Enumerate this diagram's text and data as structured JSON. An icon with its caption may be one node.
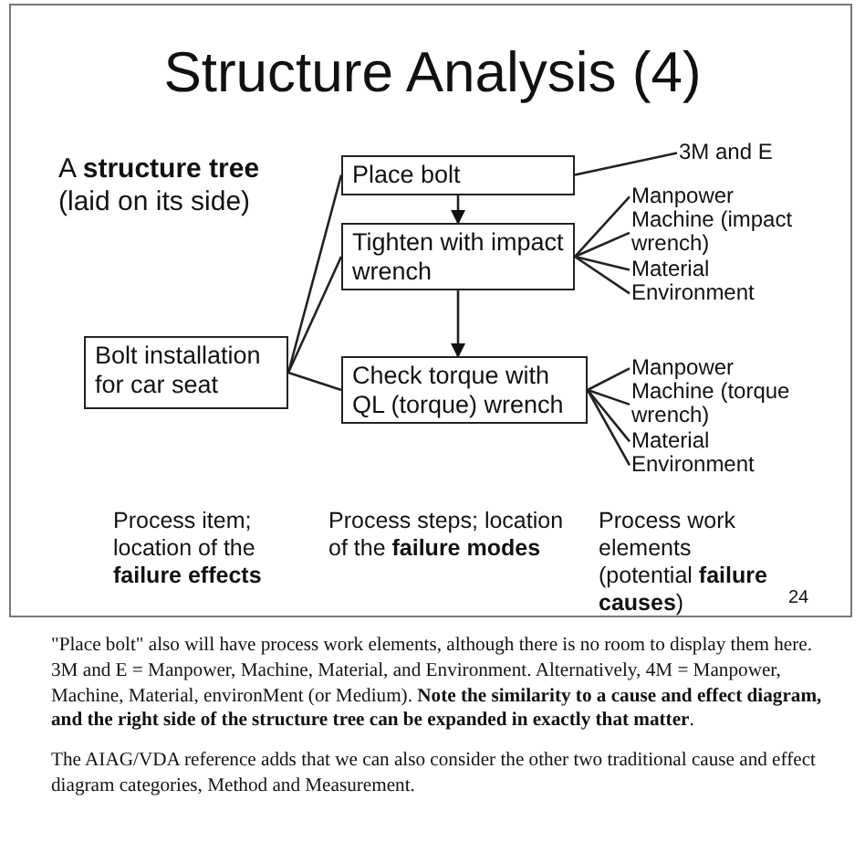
{
  "diagram": {
    "title": "Structure Analysis (4)",
    "caption": "\"Place bolt\" also will have process work elements, although there is no room to display them here. 3M and E = Manpower, Machine, Material, and Environment. Alternatively, 4M = Manpower, Machine, Material, environMent (or Medium). **Note the similarity to a cause and effect diagram, and the right side of the structure tree can be expanded in exactly that matter**.",
    "nodes": [
      {
        "text": [
          "Bolt installation for car seat"
        ]
      },
      {
        "text": [
          "Place bolt"
        ]
      },
      {
        "text": [
          "Tighten with impact wrench"
        ]
      },
      {
        "text": [
          "Check torque with QL (torque) wrench"
        ]
      },
      {
        "text": [
          "3M and E"
        ]
      },
      {
        "text": [
          "Manpower"
        ]
      },
      {
        "text": [
          "Machine (impact wrench)"
        ]
      },
      {
        "text": [
          "Material"
        ]
      },
      {
        "text": [
          "Environment"
        ]
      },
      {
        "text": [
          "Manpower"
        ]
      },
      {
        "text": [
          "Machine (torque wrench)"
        ]
      },
      {
        "text": [
          "Material"
        ]
      },
      {
        "text": [
          "Environment"
        ]
      }
    ],
    "edges": [
      {
        "from": 0,
        "to": 1,
        "arrow": "none"
      },
      {
        "from": 0,
        "to": 2,
        "arrow": "none"
      },
      {
        "from": 0,
        "to": 3,
        "arrow": "none"
      },
      {
        "from": 1,
        "to": 2,
        "arrow": "to"
      },
      {
        "from": 2,
        "to": 3,
        "arrow": "to"
      },
      {
        "from": 1,
        "to": 4,
        "arrow": "none"
      },
      {
        "from": 2,
        "to": 5,
        "arrow": "none"
      },
      {
        "from": 2,
        "to": 6,
        "arrow": "none"
      },
      {
        "from": 2,
        "to": 7,
        "arrow": "none"
      },
      {
        "from": 2,
        "to": 8,
        "arrow": "none"
      },
      {
        "from": 3,
        "to": 9,
        "arrow": "none"
      },
      {
        "from": 3,
        "to": 10,
        "arrow": "none"
      },
      {
        "from": 3,
        "to": 11,
        "arrow": "none"
      },
      {
        "from": 3,
        "to": 12,
        "arrow": "none"
      }
    ],
    "labels": [
      "A **structure tree** (laid on its side)",
      "Process item; location of the **failure effects**",
      "Process steps; location of the **failure modes**",
      "Process work elements (potential **failure causes**)",
      "24",
      "The AIAG/VDA reference adds that we can also consider the other two traditional cause and effect diagram categories, Method and Measurement."
    ]
  }
}
